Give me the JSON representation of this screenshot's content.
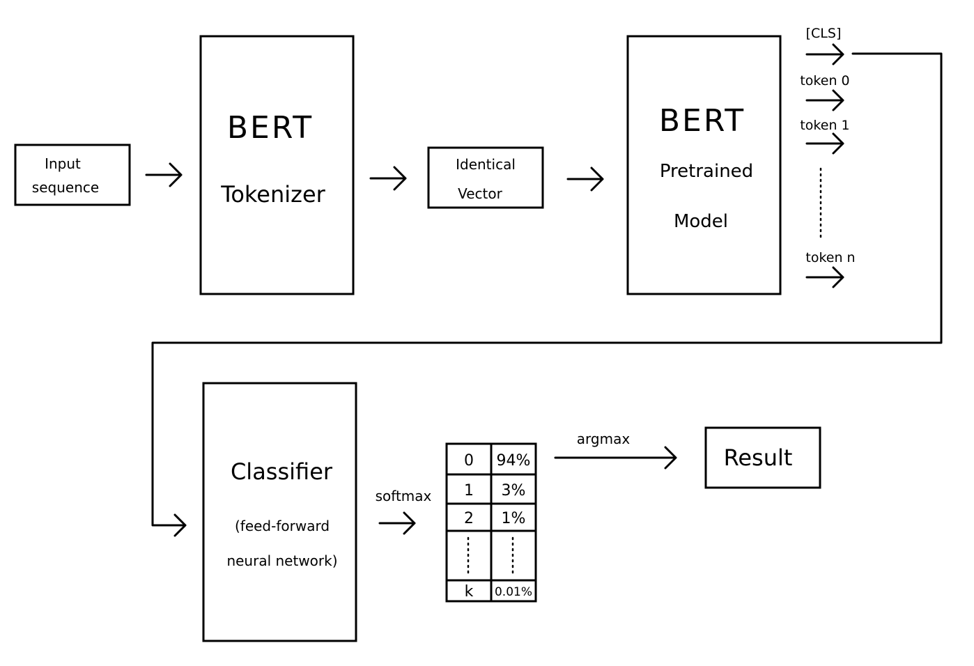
{
  "colors": {
    "stroke": "#000000",
    "background": "#ffffff"
  },
  "nodes": {
    "input_sequence": {
      "line1": "Input",
      "line2": "sequence"
    },
    "tokenizer": {
      "title": "BERT",
      "subtitle": "Tokenizer"
    },
    "identical_vector": {
      "line1": "Identical",
      "line2": "Vector"
    },
    "pretrained": {
      "title": "BERT",
      "line1": "Pretrained",
      "line2": "Model"
    },
    "classifier": {
      "title": "Classifier",
      "line1": "(feed-forward",
      "line2": "neural network)"
    },
    "result": {
      "label": "Result"
    }
  },
  "outputs": {
    "cls": "[CLS]",
    "token0": "token 0",
    "token1": "token 1",
    "tokenn": "token n"
  },
  "edges": {
    "softmax": "softmax",
    "argmax": "argmax"
  },
  "probability_table": {
    "rows": [
      {
        "class": "0",
        "prob": "94%"
      },
      {
        "class": "1",
        "prob": "3%"
      },
      {
        "class": "2",
        "prob": "1%"
      },
      {
        "class": "k",
        "prob": "0.01%"
      }
    ]
  }
}
